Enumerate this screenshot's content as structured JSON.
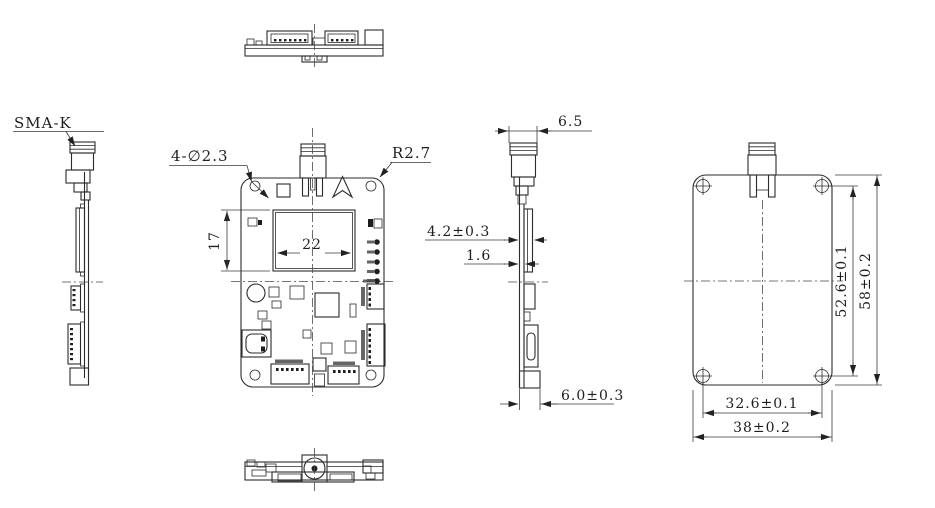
{
  "drawing": {
    "callouts": {
      "sma_connector": "SMA-K",
      "mounting_holes": "4-∅2.3",
      "corner_radius": "R2.7"
    },
    "front_view": {
      "shield_height": "17",
      "shield_width": "22"
    },
    "side_view": {
      "sma_width": "6.5",
      "component_stack": "4.2±0.3",
      "pcb_thickness": "1.6",
      "overall_thickness": "6.0±0.3"
    },
    "back_view": {
      "hole_pitch_vertical": "52.6±0.1",
      "board_height": "58±0.2",
      "hole_pitch_horizontal": "32.6±0.1",
      "board_width": "38±0.2"
    },
    "colors": {
      "line": "#2b2b2b",
      "background": "#ffffff"
    }
  }
}
